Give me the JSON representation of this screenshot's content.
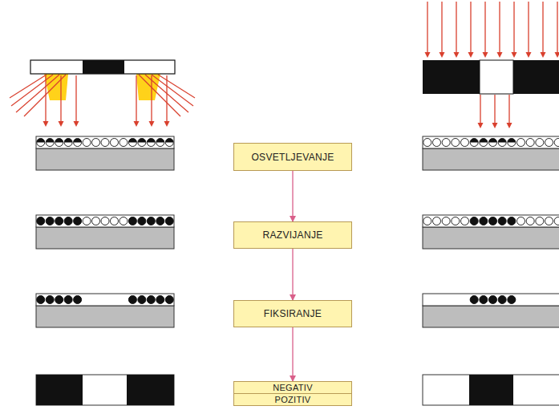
{
  "diagram": {
    "nodes": [
      {
        "text": [
          "OSVETLJEVANJE"
        ]
      },
      {
        "text": [
          "RAZVIJANJE"
        ]
      },
      {
        "text": [
          "FIKSIRANJE"
        ]
      },
      {
        "text": [
          "NEGATIV"
        ]
      },
      {
        "text": [
          "POZITIV"
        ]
      }
    ],
    "edges": [
      {
        "from": 0,
        "to": 1,
        "arrow": "to"
      },
      {
        "from": 1,
        "to": 2,
        "arrow": "to"
      },
      {
        "from": 2,
        "to": 3,
        "arrow": "to"
      }
    ]
  }
}
